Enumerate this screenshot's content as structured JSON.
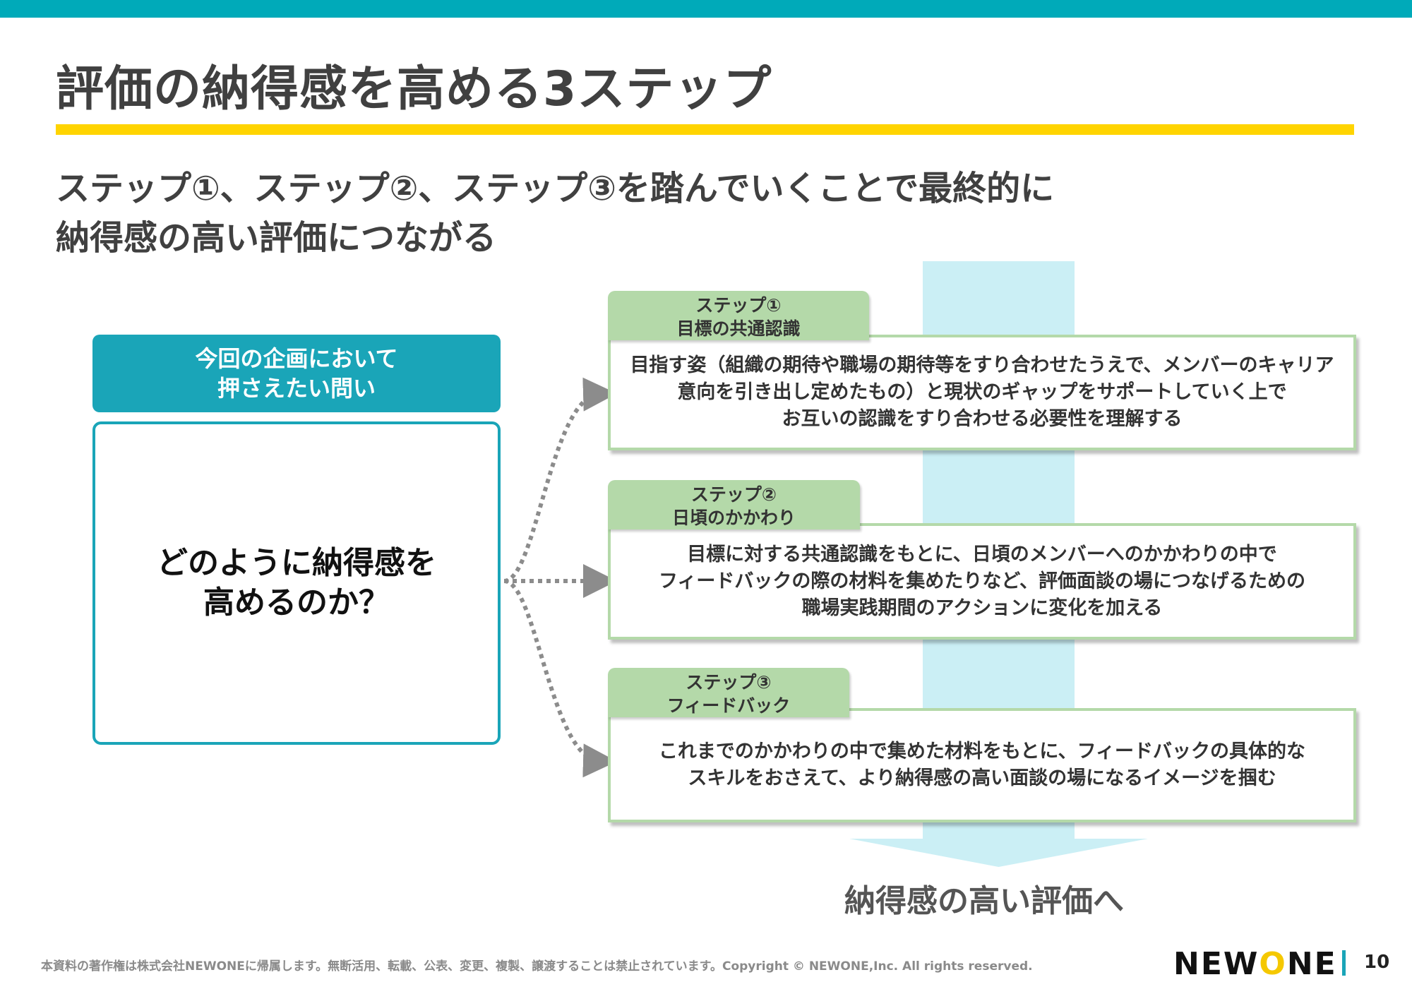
{
  "title": "評価の納得感を高める3ステップ",
  "subtitle": {
    "line1": "ステップ①、ステップ②、ステップ③を踏んでいくことで最終的に",
    "line2": "納得感の高い評価につながる"
  },
  "question": {
    "header_line1": "今回の企画において",
    "header_line2": "押さえたい問い",
    "text_line1": "どのように納得感を",
    "text_line2": "高めるのか？"
  },
  "steps": [
    {
      "label": "ステップ①",
      "name": "目標の共通認識",
      "lines": [
        "目指す姿（組織の期待や職場の期待等をすり合わせたうえで、メンバーのキャリア",
        "意向を引き出し定めたもの）と現状のギャップをサポートしていく上で",
        "お互いの認識をすり合わせる必要性を理解する"
      ]
    },
    {
      "label": "ステップ②",
      "name": "日頃のかかわり",
      "lines": [
        "目標に対する共通認識をもとに、日頃のメンバーへのかかわりの中で",
        "フィードバックの際の材料を集めたりなど、評価面談の場につなげるための",
        "職場実践期間のアクションに変化を加える"
      ]
    },
    {
      "label": "ステップ③",
      "name": "フィードバック",
      "lines": [
        "これまでのかかわりの中で集めた材料をもとに、フィードバックの具体的な",
        "スキルをおさえて、より納得感の高い面談の場になるイメージを掴む"
      ]
    }
  ],
  "result": "納得感の高い評価へ",
  "footer": {
    "copyright": "本資料の著作権は株式会社NEWONEに帰属します。無断活用、転載、公表、変更、複製、譲渡することは禁止されています。Copyright © NEWONE,Inc.  All rights reserved.",
    "logo": "NEWONE",
    "page": "10"
  },
  "colors": {
    "teal": "#1aa5b8",
    "yellow": "#ffd400",
    "green": "#b4d9a9",
    "lightblue": "#cbeff5"
  }
}
